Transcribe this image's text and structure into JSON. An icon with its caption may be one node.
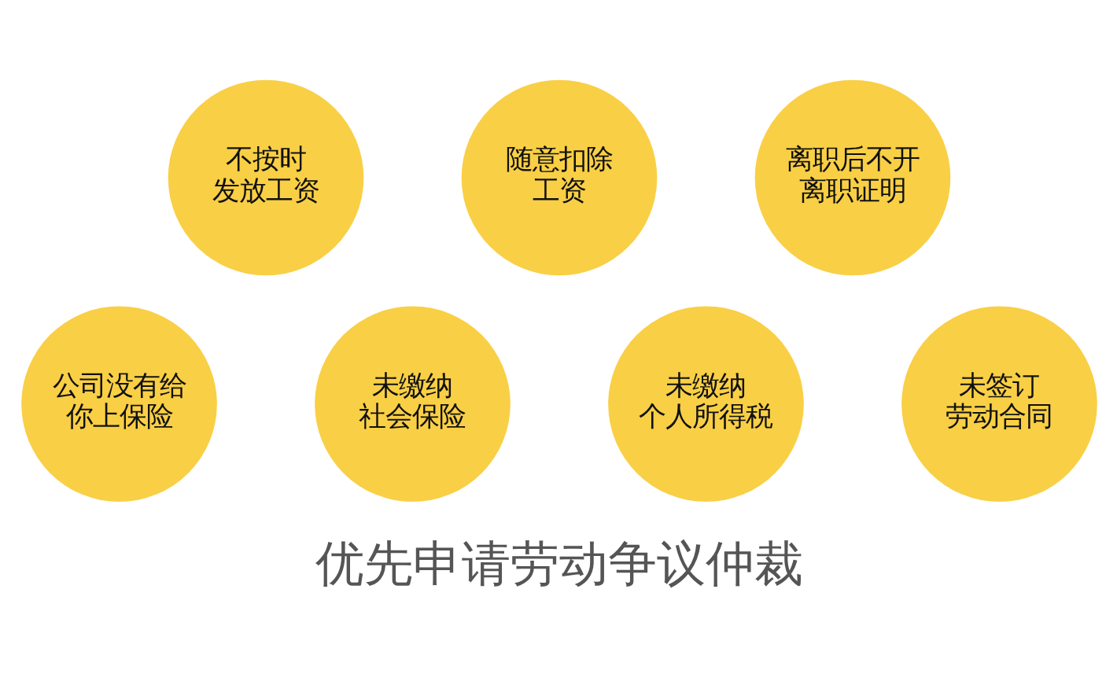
{
  "diagram": {
    "caption": "优先申请劳动争议仲裁",
    "nodes": [
      {
        "text": [
          "不按时发放工资"
        ]
      },
      {
        "text": [
          "随意扣除工资"
        ]
      },
      {
        "text": [
          "离职后不开离职证明"
        ]
      },
      {
        "text": [
          "公司没有给你上保险"
        ]
      },
      {
        "text": [
          "未缴纳社会保险"
        ]
      },
      {
        "text": [
          "未缴纳个人所得税"
        ]
      },
      {
        "text": [
          "未签订劳动合同"
        ]
      }
    ]
  }
}
